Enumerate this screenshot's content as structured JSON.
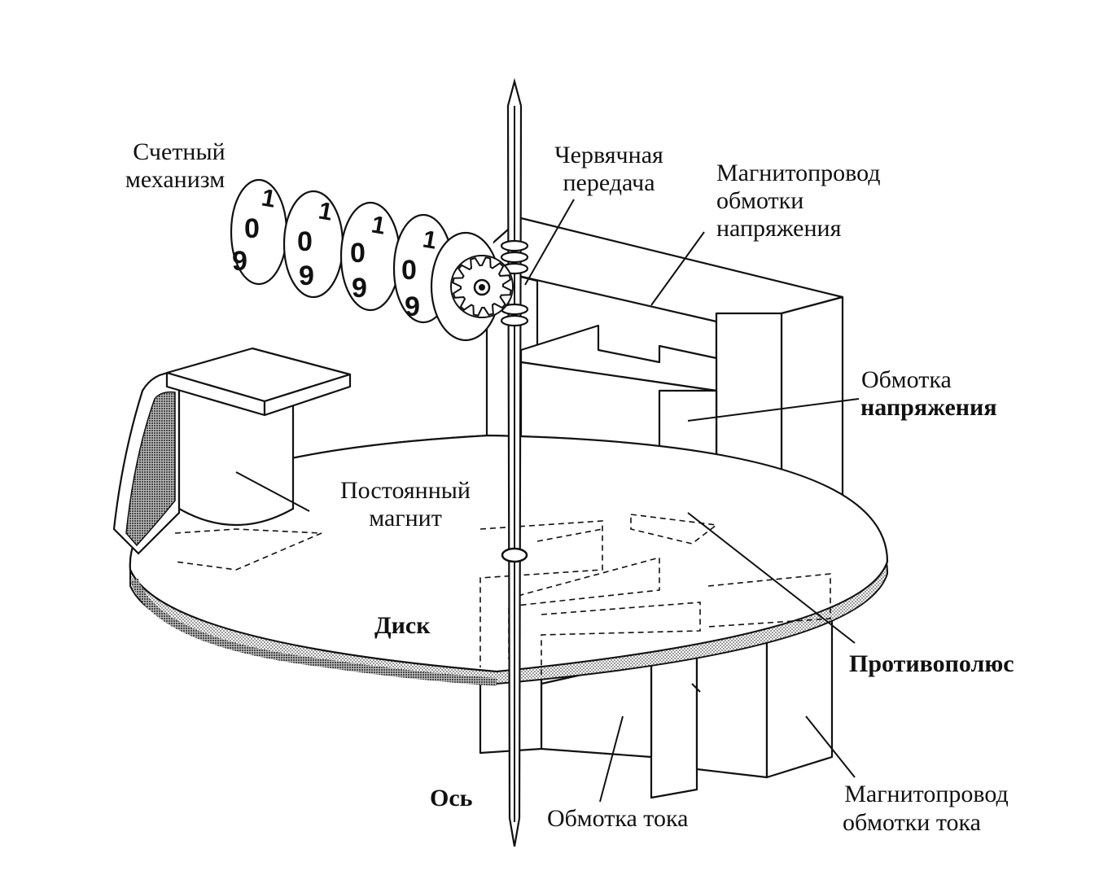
{
  "labels": {
    "counter": [
      "Счетный",
      "механизм"
    ],
    "worm_gear": [
      "Червячная",
      "передача"
    ],
    "voltage_core": [
      "Магнитопровод",
      "обмотки",
      "напряжения"
    ],
    "voltage_coil": [
      "Обмотка",
      "напряжения"
    ],
    "permanent_magnet": [
      "Постоянный",
      "магнит"
    ],
    "disk": "Диск",
    "counter_pole": "Противополюс",
    "axis": "Ось",
    "current_coil": "Обмотка тока",
    "current_core": [
      "Магнитопровод",
      "обмотки тока"
    ]
  },
  "counter_digits": {
    "drum1": [
      "1",
      "0",
      "9"
    ],
    "drum2": [
      "1",
      "0",
      "9"
    ],
    "drum3": [
      "1",
      "0",
      "9"
    ],
    "drum4": [
      "1",
      "0",
      "9"
    ]
  }
}
